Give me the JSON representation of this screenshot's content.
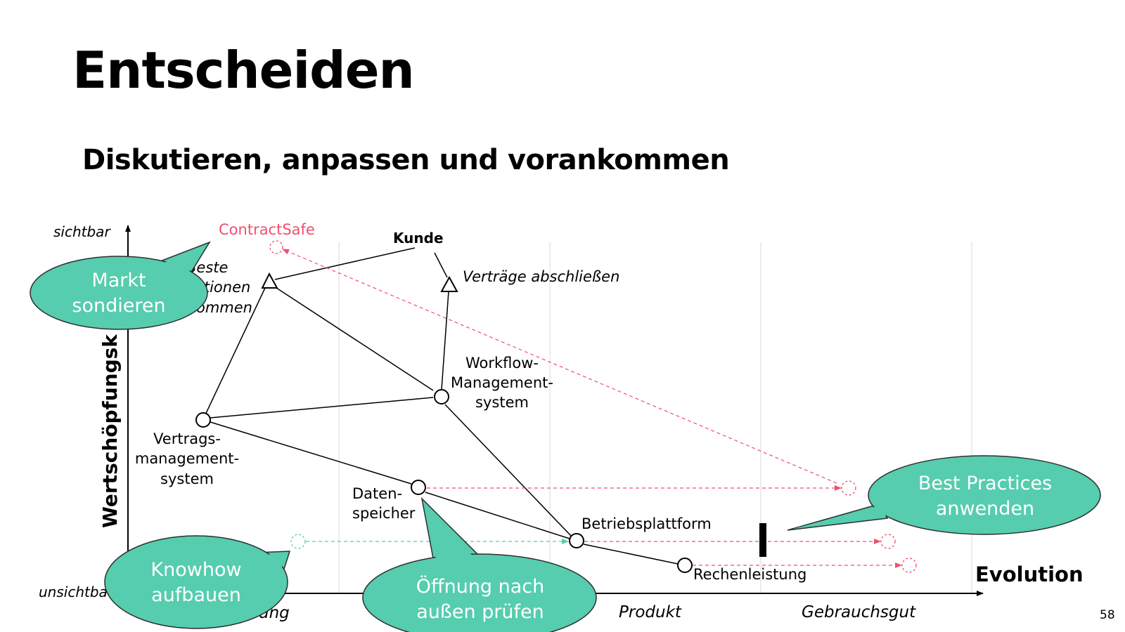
{
  "title": "Entscheiden",
  "subtitle": "Diskutieren, anpassen und vorankommen",
  "page_number": "58",
  "colors": {
    "accent": "#55CDAE",
    "highlight": "#F0506E",
    "grid": "#E6E6E6",
    "ink": "#000000"
  },
  "axes": {
    "y_label": "Wertschöpfungsk",
    "y_top": "sichtbar",
    "y_bottom": "unsichtba",
    "x_label": "Evolution",
    "stage_partial": "ung",
    "stage_product": "Produkt",
    "stage_commodity": "Gebrauchsgut"
  },
  "components": {
    "contractsafe": "ContractSafe",
    "kunde": "Kunde",
    "vertraege": "Verträge abschließen",
    "beste_1": "Beste",
    "beste_2": "ationen",
    "beste_3": "ommen",
    "workflow_1": "Workflow-",
    "workflow_2": "Management-",
    "workflow_3": "system",
    "vertrags_1": "Vertrags-",
    "vertrags_2": "management-",
    "vertrags_3": "system",
    "daten_1": "Daten-",
    "daten_2": "speicher",
    "betrieb": "Betriebsplattform",
    "rechen": "Rechenleistung"
  },
  "callouts": {
    "markt_1": "Markt",
    "markt_2": "sondieren",
    "best_1": "Best Practices",
    "best_2": "anwenden",
    "knowhow_1": "Knowhow",
    "knowhow_2": "aufbauen",
    "oeffnung_1": "Öffnung nach",
    "oeffnung_2": "außen prüfen"
  }
}
